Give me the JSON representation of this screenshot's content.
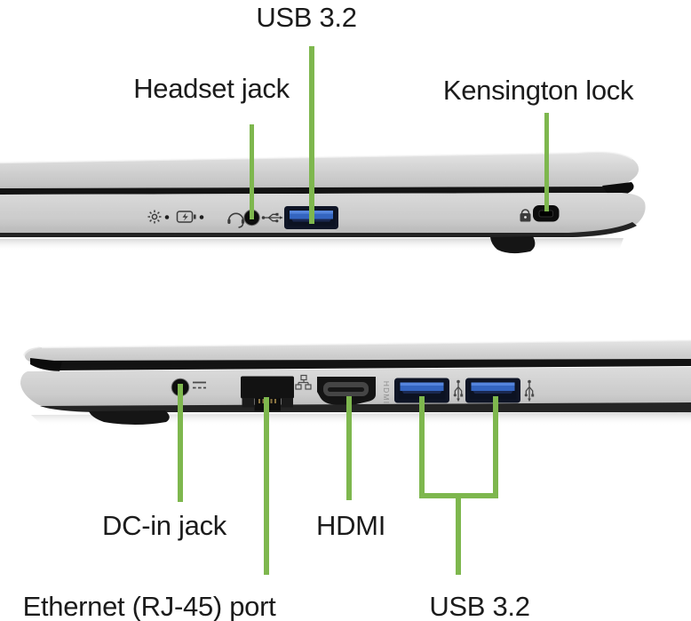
{
  "colors": {
    "background": "#ffffff",
    "callout_green": "#7eb74e",
    "label_text": "#1b1b1b",
    "body_silver": "#d9d9d9",
    "usb_blue": "#3465c0",
    "port_black": "#141414"
  },
  "top_view": {
    "side": "right-side ports",
    "labels": {
      "usb32": "USB 3.2",
      "headset_jack": "Headset jack",
      "kensington_lock": "Kensington lock"
    },
    "icons": [
      "power-indicator-icon",
      "battery-indicator-icon",
      "headset-icon",
      "usb-icon",
      "kensington-lock-icon"
    ]
  },
  "bottom_view": {
    "side": "left-side ports",
    "labels": {
      "dc_in_jack": "DC-in jack",
      "hdmi": "HDMI",
      "ethernet": "Ethernet (RJ-45) port",
      "usb32": "USB 3.2"
    },
    "port_marking_hdmi": "HDMI",
    "icons": [
      "dc-in-icon",
      "ethernet-icon",
      "usb-icon",
      "usb-icon"
    ]
  }
}
